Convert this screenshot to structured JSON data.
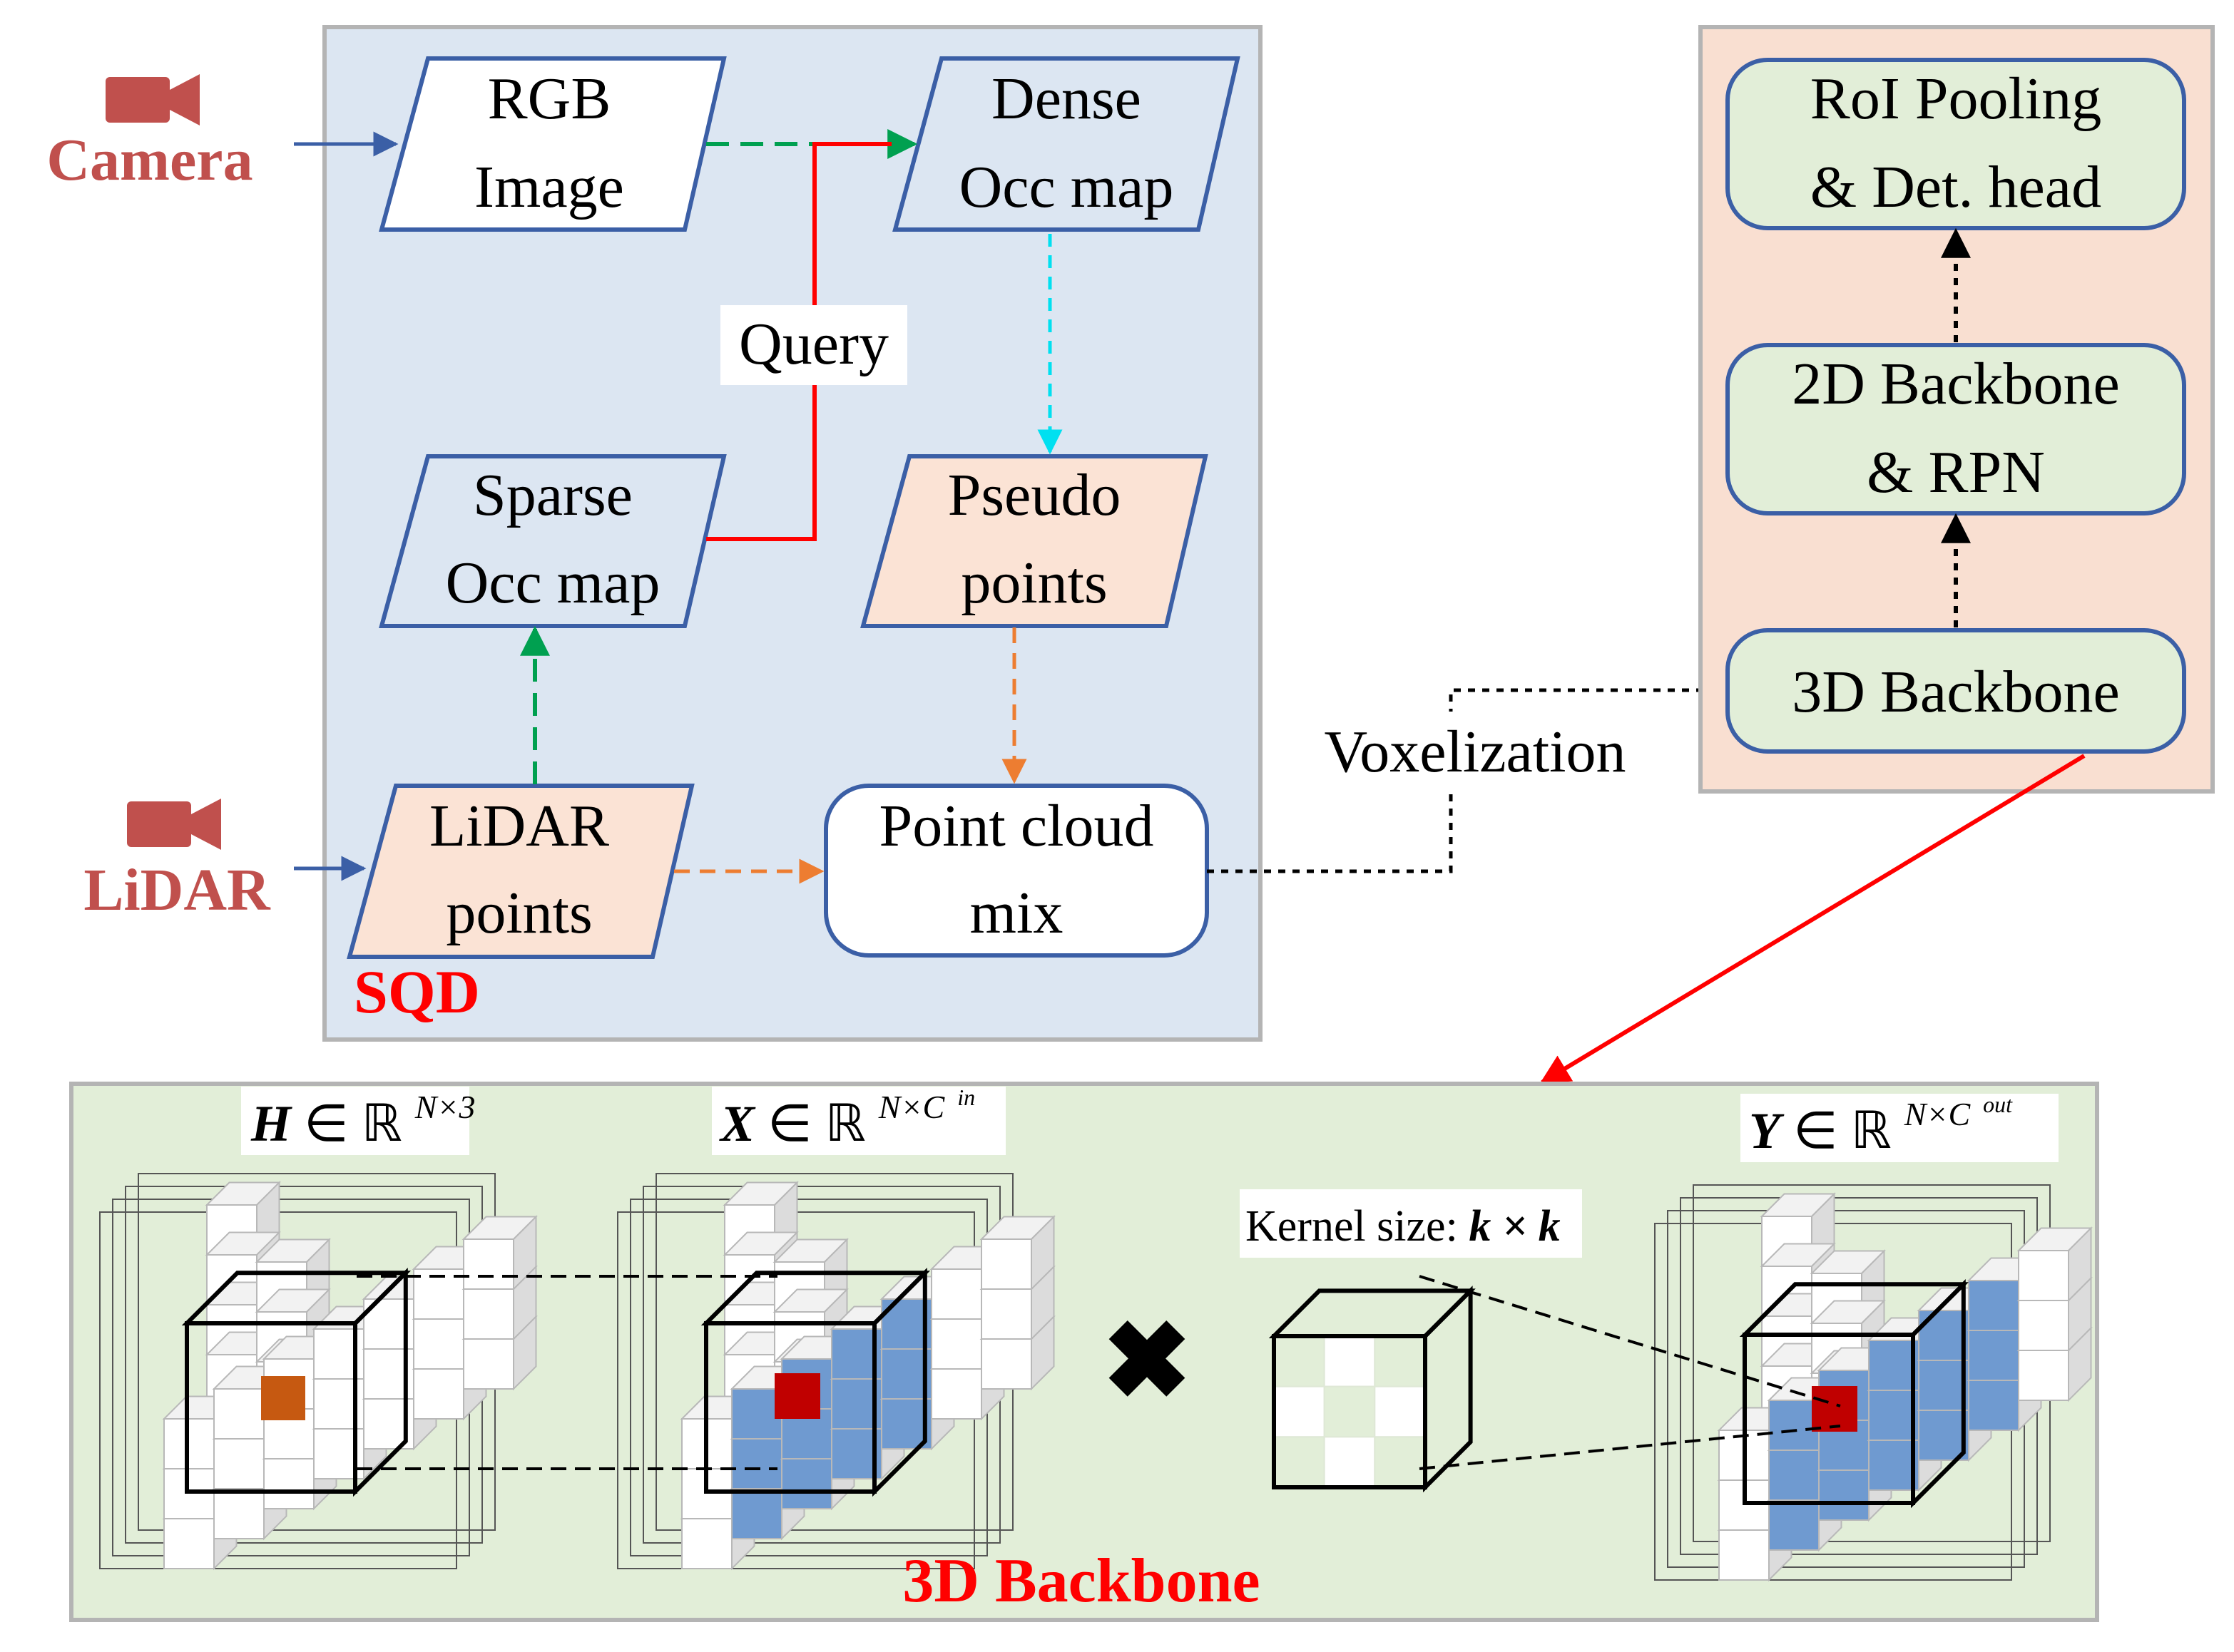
{
  "sources": {
    "camera": "Camera",
    "lidar": "LiDAR"
  },
  "sqd": {
    "title": "SQD",
    "rgb_image": [
      "RGB",
      "Image"
    ],
    "dense_occ_map": [
      "Dense",
      "Occ map"
    ],
    "sparse_occ_map": [
      "Sparse",
      "Occ map"
    ],
    "pseudo_points": [
      "Pseudo",
      "points"
    ],
    "lidar_points": [
      "LiDAR",
      "points"
    ],
    "point_cloud_mix": [
      "Point cloud",
      "mix"
    ],
    "query": "Query"
  },
  "voxelization": "Voxelization",
  "detector": {
    "roi_head": [
      "RoI Pooling",
      "& Det. head"
    ],
    "backbone_2d": [
      "2D Backbone",
      "& RPN"
    ],
    "backbone_3d": "3D Backbone"
  },
  "backbone_panel": {
    "title": "3D Backbone",
    "h_var": "H",
    "h_rel": "∈ ℝ",
    "h_sup": "N×3",
    "x_var": "X",
    "x_rel": "∈ ℝ",
    "x_sup": "N×C",
    "x_supsup": "in",
    "y_var": "Y",
    "y_rel": "∈ ℝ",
    "y_sup": "N×C",
    "y_supsup": "out",
    "kernel_label": "Kernel size: ",
    "kernel_math": "k × k",
    "multiply": "✖"
  },
  "colors": {
    "sqd_bg": "#dce6f2",
    "detector_bg": "#f9dfd1",
    "panel_bg": "#e2eed8",
    "node_peach": "#fbe3d5",
    "node_green": "#e2eed8",
    "border_blue": "#3b5fa6",
    "source_red": "#c0504d",
    "voxel_blue": "#6f9ad0",
    "voxel_red": "#c00000",
    "voxel_orange": "#c65911",
    "arrow_green": "#00a050",
    "arrow_cyan": "#00e0f0",
    "arrow_orange": "#ed7d31",
    "arrow_red": "#ff0000"
  }
}
